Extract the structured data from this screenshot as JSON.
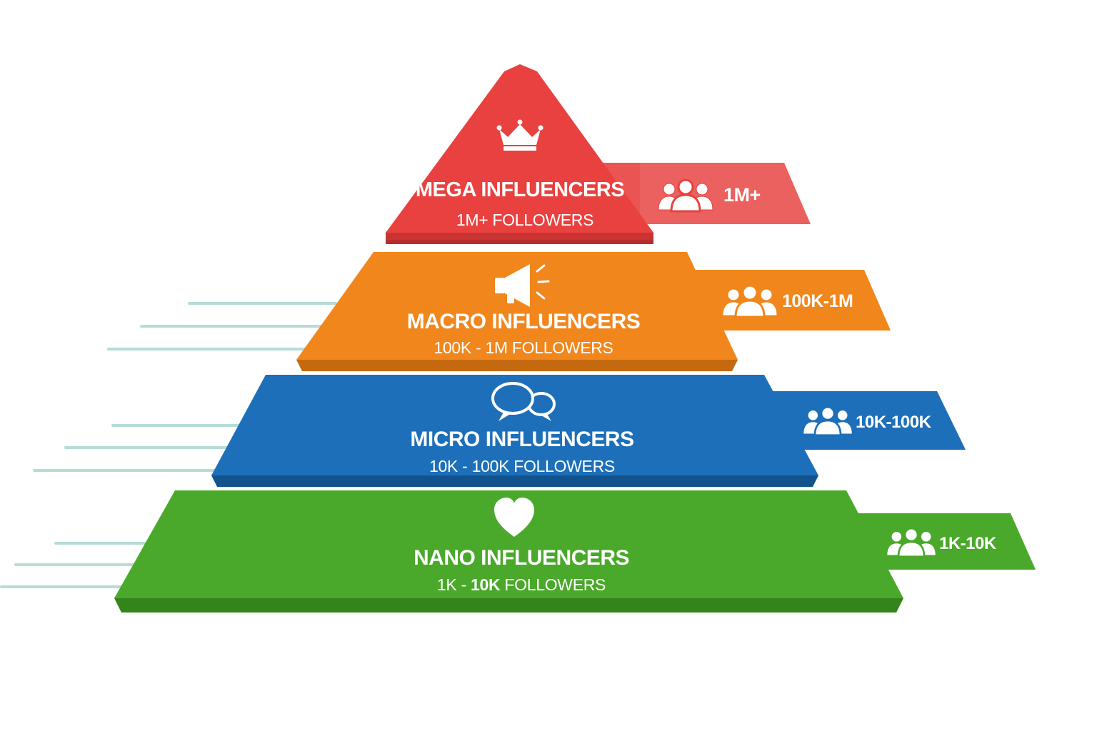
{
  "colors": {
    "mega": "#e8413f",
    "macro": "#f0861c",
    "micro": "#1c6fb8",
    "nano": "#4aa82a",
    "speed_lines": "#b7dcd7"
  },
  "tiers": [
    {
      "key": "mega",
      "title": "MEGA INFLUENCERS",
      "sub": "1M+ FOLLOWERS",
      "tab": "1M+",
      "icon": "crown-icon",
      "people_icon": "people-icon"
    },
    {
      "key": "macro",
      "title": "MACRO INFLUENCERS",
      "sub": "100K - 1M FOLLOWERS",
      "tab": "100K-1M",
      "icon": "megaphone-icon",
      "people_icon": "people-icon"
    },
    {
      "key": "micro",
      "title": "MICRO INFLUENCERS",
      "sub": "10K - 100K FOLLOWERS",
      "tab": "10K-100K",
      "icon": "chat-bubbles-icon",
      "people_icon": "people-icon"
    },
    {
      "key": "nano",
      "title": "NANO INFLUENCERS",
      "sub_prefix": "1K - ",
      "sub_bold": "10K",
      "sub_suffix": " FOLLOWERS",
      "tab": "1K-10K",
      "icon": "heart-icon",
      "people_icon": "people-icon"
    }
  ]
}
